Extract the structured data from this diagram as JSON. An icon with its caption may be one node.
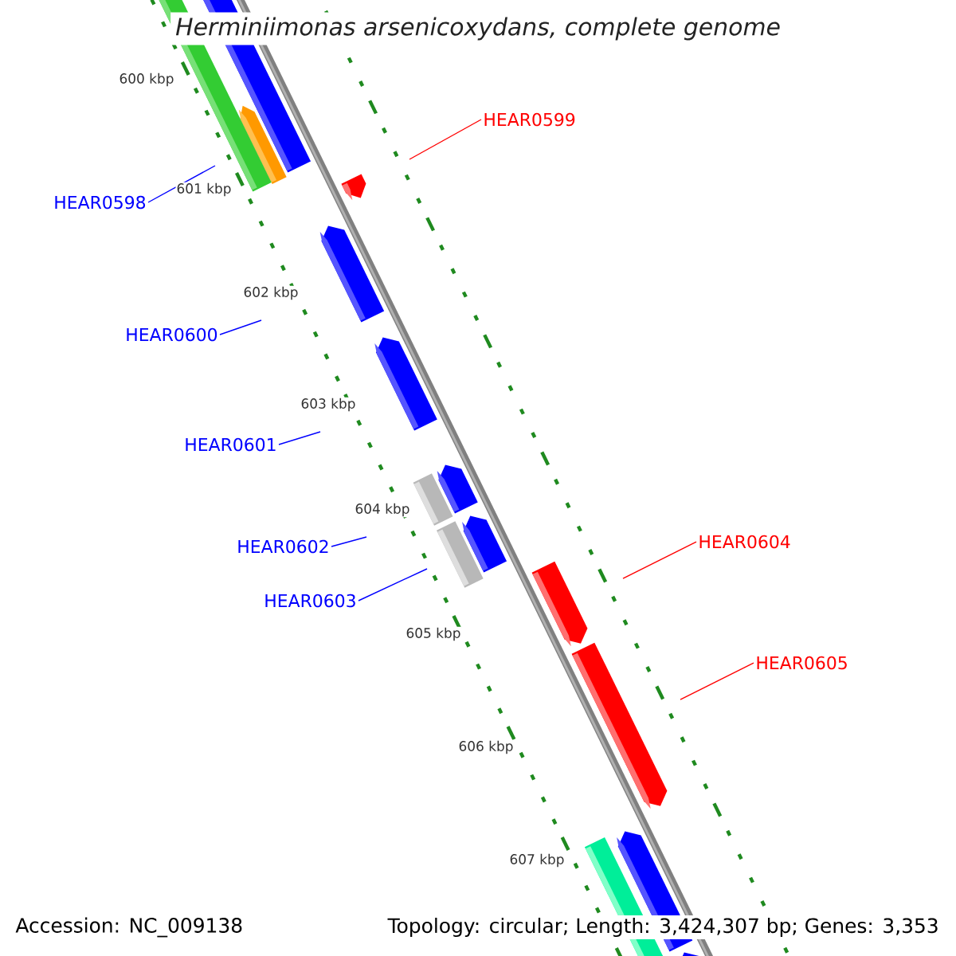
{
  "diagram": {
    "title": "Herminiimonas arsenicoxydans, complete genome",
    "nodes": [
      {
        "text": [
          "HEAR0598"
        ]
      },
      {
        "text": [
          "HEAR0599"
        ]
      },
      {
        "text": [
          "HEAR0600"
        ]
      },
      {
        "text": [
          "HEAR0601"
        ]
      },
      {
        "text": [
          "HEAR0602"
        ]
      },
      {
        "text": [
          "HEAR0603"
        ]
      },
      {
        "text": [
          "HEAR0604"
        ]
      },
      {
        "text": [
          "HEAR0605"
        ]
      }
    ],
    "edges": [
      {
        "from": 0,
        "to": null,
        "arrow": "none",
        "color": "#0000ff"
      },
      {
        "from": 1,
        "to": null,
        "arrow": "none",
        "color": "#ff0000"
      },
      {
        "from": 2,
        "to": null,
        "arrow": "none",
        "color": "#0000ff"
      },
      {
        "from": 3,
        "to": null,
        "arrow": "none",
        "color": "#0000ff"
      },
      {
        "from": 4,
        "to": null,
        "arrow": "none",
        "color": "#0000ff"
      },
      {
        "from": 5,
        "to": null,
        "arrow": "none",
        "color": "#0000ff"
      },
      {
        "from": 6,
        "to": null,
        "arrow": "none",
        "color": "#ff0000"
      },
      {
        "from": 7,
        "to": null,
        "arrow": "none",
        "color": "#ff0000"
      }
    ],
    "labels": [
      "600 kbp",
      "601 kbp",
      "602 kbp",
      "603 kbp",
      "604 kbp",
      "605 kbp",
      "606 kbp",
      "607 kbp",
      "Accession: NC_009138",
      "Topology: circular; Length: 3,424,307 bp; Genes: 3,353"
    ]
  }
}
